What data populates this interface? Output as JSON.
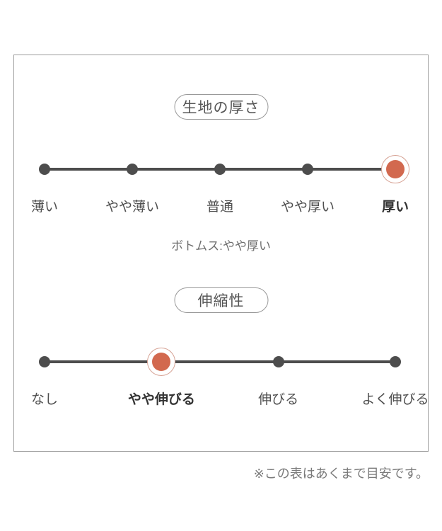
{
  "colors": {
    "accent": "#d2694f",
    "accent_ring": "#d6a294",
    "track": "#4d4d4d",
    "label_text": "#4f4f4f",
    "selected_label_text": "#333333",
    "pill_border": "#999999",
    "panel_border": "#9e9e9e",
    "note_text": "#6f6f6f",
    "footer_text": "#7a7a7a"
  },
  "thickness": {
    "title": "生地の厚さ",
    "items": [
      {
        "label": "薄い",
        "selected": false
      },
      {
        "label": "やや薄い",
        "selected": false
      },
      {
        "label": "普通",
        "selected": false
      },
      {
        "label": "やや厚い",
        "selected": false
      },
      {
        "label": "厚い",
        "selected": true
      }
    ],
    "note": "ボトムス:やや厚い"
  },
  "stretch": {
    "title": "伸縮性",
    "items": [
      {
        "label": "なし",
        "selected": false
      },
      {
        "label": "やや伸びる",
        "selected": true
      },
      {
        "label": "伸びる",
        "selected": false
      },
      {
        "label": "よく伸びる",
        "selected": false
      }
    ]
  },
  "footer": {
    "note": "※この表はあくまで目安です。"
  },
  "chart_data": [
    {
      "type": "line",
      "title": "生地の厚さ",
      "categories": [
        "薄い",
        "やや薄い",
        "普通",
        "やや厚い",
        "厚い"
      ],
      "selected": "厚い",
      "selected_index": 4,
      "annotation": "ボトムス:やや厚い",
      "marker_style": "dots-on-line",
      "legend_position": "none"
    },
    {
      "type": "line",
      "title": "伸縮性",
      "categories": [
        "なし",
        "やや伸びる",
        "伸びる",
        "よく伸びる"
      ],
      "selected": "やや伸びる",
      "selected_index": 1,
      "marker_style": "dots-on-line",
      "legend_position": "none"
    }
  ]
}
